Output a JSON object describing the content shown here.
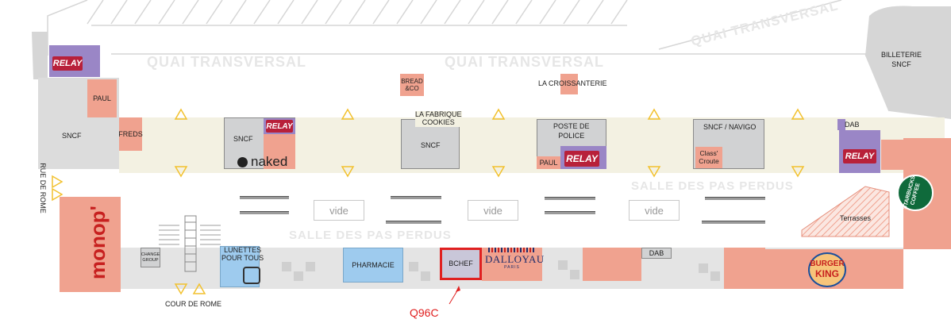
{
  "labels": {
    "quai_transversal_1": "QUAI TRANSVERSAL",
    "quai_transversal_2": "QUAI TRANSVERSAL",
    "quai_transversal_3": "QUAI TRANSVERSAL",
    "salle_pas_perdus_1": "SALLE DES PAS PERDUS",
    "salle_pas_perdus_2": "SALLE DES PAS PERDUS",
    "rue_de_rome": "RUE DE ROME",
    "cour_de_rome": "COUR DE ROME",
    "billeterie": "BILLETERIE\nSNCF",
    "terrasses": "Terrasses",
    "marker": "Q96C"
  },
  "shops": {
    "relay": "RELAY",
    "paul_left": "PAUL",
    "sncf_left": "SNCF",
    "freds": "FREDS",
    "sncf_2": "SNCF",
    "naked": "naked",
    "bread_co": "BREAD\n&CO",
    "la_croissanterie": "LA CROISSANTERIE",
    "la_fabrique_cookies": "LA FABRIQUE\nCOOKIES",
    "sncf_3": "SNCF",
    "poste_de_police": "POSTE DE\nPOLICE",
    "paul_mid": "PAUL",
    "sncf_navigo": "SNCF / NAVIGO",
    "class_croute": "Class'\nCroute",
    "dab_right": "DAB",
    "monop": "monop'",
    "change_group": "CHANGE\nGROUP",
    "lunettes_pour_tous": "LUNETTES\nPOUR TOUS",
    "pharmacie": "PHARMACIE",
    "bchef": "BCHEF",
    "dalloyau": "DALLOYAU",
    "dalloyau_sub": "PARIS",
    "dab_bottom": "DAB",
    "burger_king_1": "BURGER",
    "burger_king_2": "KING",
    "starbucks": "STARBUCKS\nCOFFEE"
  },
  "vide": [
    "vide",
    "vide",
    "vide"
  ],
  "colors": {
    "shop": "#f0a28f",
    "sncf": "#d1d2d3",
    "relay": "#b8203a",
    "purple": "#9a86c6",
    "blue": "#9ecbee",
    "corridor": "#f3f1e2",
    "exit_triangle": "#f2c12e",
    "highlight": "#e02020"
  },
  "icons": [
    "exit-triangle-icon",
    "escalator-icon",
    "stairs-icon",
    "starbucks-logo-icon",
    "burger-king-logo-icon",
    "arrow-icon"
  ]
}
